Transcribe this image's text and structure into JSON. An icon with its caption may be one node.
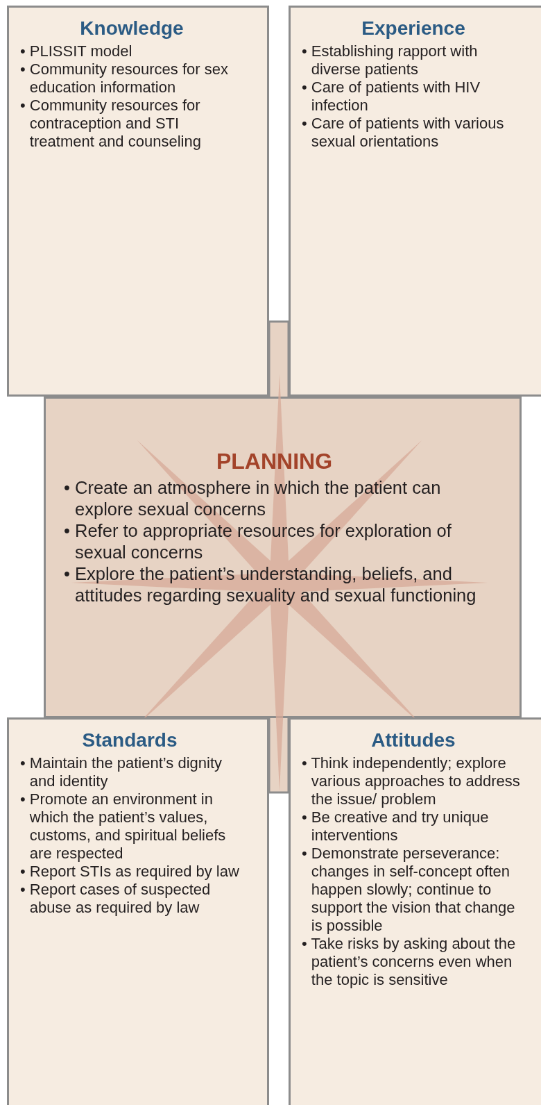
{
  "diagram": {
    "nodes": [
      {
        "text": [
          "Knowledge",
          "• PLISSIT model",
          "• Community resources for sex education information",
          "• Community resources for contraception and STI treatment and counseling"
        ]
      },
      {
        "text": [
          "Experience",
          "• Establishing rapport with diverse patients",
          "• Care of patients with HIV infection",
          "• Care of patients with various sexual orientations"
        ]
      },
      {
        "text": [
          "PLANNING",
          "• Create an atmosphere in which the patient can explore sexual concerns",
          "• Refer to appropriate resources for exploration of sexual concerns",
          "• Explore the patient’s understanding, beliefs, and attitudes regarding sexuality and sexual functioning"
        ]
      },
      {
        "text": [
          "Standards",
          "• Maintain the patient’s dignity and identity",
          "• Promote an environment in which the patient’s values, customs, and spiritual beliefs are respected",
          "• Report STIs as required by law",
          "• Report cases of suspected abuse as required by law"
        ]
      },
      {
        "text": [
          "Attitudes",
          "• Think independently; explore various approaches to address the issue/ problem",
          "• Be creative and try unique interventions",
          "• Demonstrate perseverance: changes in self-concept often happen slowly; continue to support the vision that change is possible",
          "• Take risks by asking about the patient’s concerns even when the topic is sensitive"
        ]
      }
    ]
  }
}
